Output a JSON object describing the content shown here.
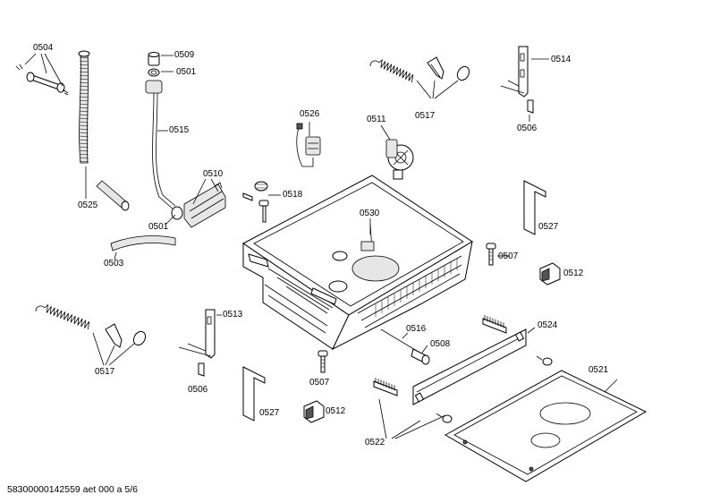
{
  "labels": {
    "l0504": "0504",
    "l0509": "0509",
    "l0501a": "0501",
    "l0515": "0515",
    "l0525": "0525",
    "l0510": "0510",
    "l0501b": "0501",
    "l0503": "0503",
    "l0526": "0526",
    "l0518": "0518",
    "l0511": "0511",
    "l0530": "0530",
    "l0517a": "0517",
    "l0514": "0514",
    "l0506a": "0506",
    "l0527a": "0527",
    "l0507a": "0507",
    "l0512a": "0512",
    "l0517b": "0517",
    "l0513": "0513",
    "l0506b": "0506",
    "l0527b": "0527",
    "l0512b": "0512",
    "l0507b": "0507",
    "l0516": "0516",
    "l0508": "0508",
    "l0524": "0524",
    "l0521": "0521",
    "l0522": "0522"
  },
  "footer": "58300000142559 aet 000 a 5/6"
}
